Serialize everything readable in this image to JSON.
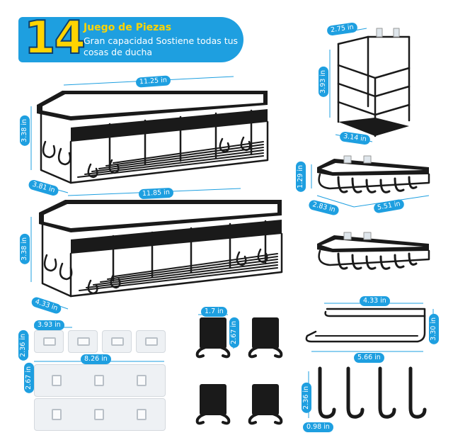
{
  "banner": {
    "number": "14",
    "title": "Juego de Piezas",
    "subtitle": "Gran capacidad Sostiene todas tus cosas de ducha"
  },
  "dims": {
    "large_basket_top_length": "11.25 in",
    "large_basket_top_height": "3.38 in",
    "large_basket_top_depth": "3.81 in",
    "large_basket_bottom_length": "11.85 in",
    "large_basket_bottom_height": "3.38 in",
    "large_basket_bottom_depth": "4.33 in",
    "rack_width": "2.75 in",
    "rack_height": "3.93 in",
    "rack_depth": "3.14 in",
    "soap_height": "1.29 in",
    "soap_depth": "2.83 in",
    "soap_length": "5.51 in",
    "small_pad_width": "3.93 in",
    "small_pad_height": "2.36 in",
    "large_pad_width": "8.26 in",
    "large_pad_height": "2.67 in",
    "hook_width": "1.7 in",
    "hook_height": "2.67 in",
    "towel_width": "4.33 in",
    "towel_height": "3.30 in",
    "towel_length": "5.66 in",
    "small_hook_height": "2.36 in",
    "small_hook_width": "0.98 in"
  },
  "colors": {
    "accent": "#1e9fe0",
    "highlight": "#ffd400",
    "product": "#1a1a1a"
  }
}
